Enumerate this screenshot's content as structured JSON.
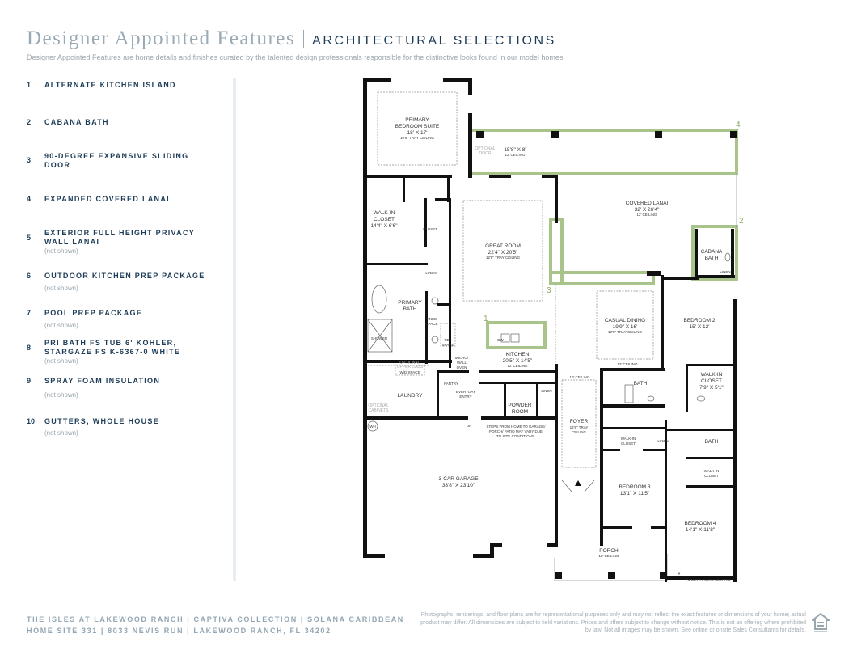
{
  "header": {
    "title": "Designer Appointed Features",
    "section": "ARCHITECTURAL SELECTIONS",
    "subtitle": "Designer Appointed Features are home details and finishes curated by the talented design professionals responsible for the distinctive looks found in our model homes."
  },
  "features": [
    {
      "num": "1",
      "label": "ALTERNATE KITCHEN ISLAND",
      "note": ""
    },
    {
      "num": "2",
      "label": "CABANA BATH",
      "note": ""
    },
    {
      "num": "3",
      "label": "90-DEGREE EXPANSIVE SLIDING DOOR",
      "note": ""
    },
    {
      "num": "4",
      "label": "EXPANDED COVERED LANAI",
      "note": ""
    },
    {
      "num": "5",
      "label": "EXTERIOR FULL HEIGHT PRIVACY WALL LANAI",
      "note": "(not shown)"
    },
    {
      "num": "6",
      "label": "OUTDOOR KITCHEN PREP PACKAGE",
      "note": "(not shown)"
    },
    {
      "num": "7",
      "label": "POOL PREP PACKAGE",
      "note": "(not shown)"
    },
    {
      "num": "8",
      "label": "PRI BATH FS TUB 6' KOHLER, STARGAZE FS K-6367-0 WHITE",
      "note": "(not shown)"
    },
    {
      "num": "9",
      "label": "SPRAY FOAM INSULATION",
      "note": "(not shown)"
    },
    {
      "num": "10",
      "label": "GUTTERS, WHOLE HOUSE",
      "note": "(not shown)"
    }
  ],
  "plan": {
    "primary_bedroom": [
      "PRIMARY",
      "BEDROOM SUITE",
      "18' X 17'",
      "10'8\" TRAY CEILING"
    ],
    "lanai_ext": [
      "15'8\" X 8'",
      "12' CEILING"
    ],
    "optional_door": [
      "OPTIONAL",
      "DOOR"
    ],
    "covered_lanai": [
      "COVERED LANAI",
      "32' X 26'4\"",
      "12' CEILING"
    ],
    "walkin_closet_primary": [
      "WALK-IN",
      "CLOSET",
      "14'4\" X 6'6\""
    ],
    "closet": "CLOSET",
    "linen": "LINEN",
    "great_room": [
      "GREAT ROOM",
      "22'4\" X 20'5\"",
      "12'8\" TRAY CEILING"
    ],
    "cabana_bath": [
      "CABANA",
      "BATH"
    ],
    "primary_bath": [
      "PRIMARY",
      "BATH"
    ],
    "knee_space": [
      "KNEE",
      "SPACE"
    ],
    "shower": "SHOWER",
    "ref_space": [
      "REF",
      "SPACE"
    ],
    "dw": "DW",
    "kitchen": [
      "KITCHEN",
      "20'5\" X 14'5\"",
      "12' CEILING"
    ],
    "micro": [
      "MICRO/",
      "WALL",
      "OVEN"
    ],
    "optional_upper": [
      "OPTIONAL",
      "UPPER CABS"
    ],
    "wd_space": "W/D SPACE",
    "laundry": "LAUNDRY",
    "optional_cabinets": [
      "OPTIONAL",
      "CABINETS"
    ],
    "pantry": "PANTRY",
    "everyday_entry": [
      "EVERYDAY",
      "ENTRY"
    ],
    "powder_room": [
      "POWDER",
      "ROOM"
    ],
    "wh": "WH",
    "up": "UP",
    "steps_note": [
      "STEPS FROM HOME TO GARAGE/",
      "PORCH/ PATIO MAY VARY DUE",
      "TO SITE CONDITIONS."
    ],
    "casual_dining": [
      "CASUAL DINING",
      "19'9\" X 16'",
      "12'8\" TRAY CEILING"
    ],
    "ceiling_12": "12' CEILING",
    "ceiling_10": "10' CEILING",
    "bedroom2": [
      "BEDROOM 2",
      "15' X 12'"
    ],
    "bath": "BATH",
    "walkin_closet_b2": [
      "WALK-IN",
      "CLOSET",
      "7'9\" X 5'1\""
    ],
    "foyer": [
      "FOYER",
      "12'8\" TRAY",
      "CEILING"
    ],
    "walkin_closet": [
      "WALK-IN",
      "CLOSET"
    ],
    "garage": [
      "3-CAR GARAGE",
      "33'8\" X 23'10\""
    ],
    "bedroom3": [
      "BEDROOM 3",
      "13'1\" X 11'5\""
    ],
    "bedroom4": [
      "BEDROOM 4",
      "14'1\" X 11'8\""
    ],
    "porch": [
      "PORCH",
      "12' CEILING"
    ],
    "high_window": "DENOTES HIGH WINDOW",
    "callouts": [
      "1",
      "2",
      "3",
      "4"
    ]
  },
  "footer": {
    "line1": "THE ISLES AT LAKEWOOD RANCH |  CAPTIVA COLLECTION  |  SOLANA CARIBBEAN",
    "line2": "HOME SITE 331  |  8033 NEVIS RUN |  LAKEWOOD RANCH, FL 34202",
    "disclaimer": "Photographs, renderings, and floor plans are for representational purposes only and may not reflect the exact features or dimensions of your home; actual product may differ. All dimensions are subject to field variations. Prices and offers subject to change without notice. This is not an offering where prohibited by law. Not all images may be shown. See online or onsite Sales Consultants for details."
  },
  "colors": {
    "navy": "#1d3c57",
    "highlight": "#a8c48a",
    "muted": "#9aa6ae"
  }
}
